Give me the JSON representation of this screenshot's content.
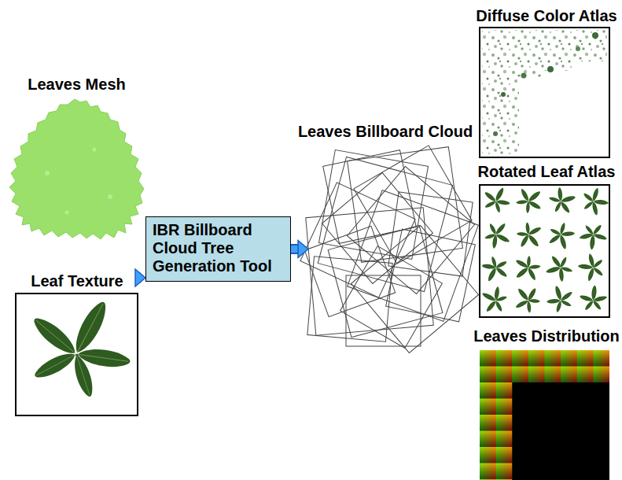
{
  "diagram": {
    "nodes": [
      {
        "text": [
          "Leaves Mesh"
        ]
      },
      {
        "text": [
          "Leaf Texture"
        ]
      },
      {
        "text": [
          "IBR Billboard Cloud Tree Generation Tool"
        ]
      },
      {
        "text": [
          "Leaves Billboard Cloud"
        ]
      },
      {
        "text": [
          "Diffuse Color Atlas"
        ]
      },
      {
        "text": [
          "Rotated Leaf Atlas"
        ]
      },
      {
        "text": [
          "Leaves Distribution"
        ]
      }
    ],
    "edges": [
      {
        "from": 0,
        "to": 2,
        "arrow": "to"
      },
      {
        "from": 1,
        "to": 2,
        "arrow": "to"
      },
      {
        "from": 2,
        "to": 3,
        "arrow": "to"
      }
    ]
  }
}
